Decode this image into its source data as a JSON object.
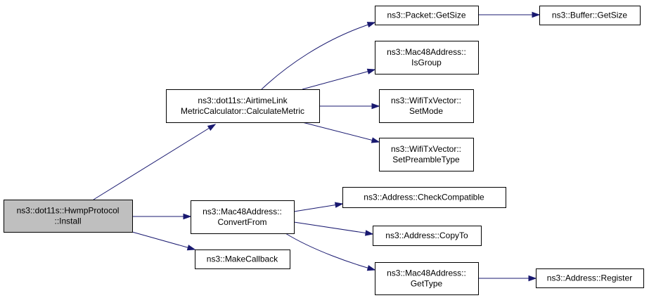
{
  "colors": {
    "edge": "#191970",
    "root_fill": "#bfbfbf",
    "node_fill": "#ffffff",
    "node_border": "#000000"
  },
  "nodes": {
    "hwmp_install": [
      "ns3::dot11s::HwmpProtocol",
      "::Install"
    ],
    "airtime_calc": [
      "ns3::dot11s::AirtimeLink",
      "MetricCalculator::CalculateMetric"
    ],
    "mac48_convertfrom": [
      "ns3::Mac48Address::",
      "ConvertFrom"
    ],
    "make_callback": [
      "ns3::MakeCallback"
    ],
    "packet_getsize": [
      "ns3::Packet::GetSize"
    ],
    "buffer_getsize": [
      "ns3::Buffer::GetSize"
    ],
    "mac48_isgroup": [
      "ns3::Mac48Address::",
      "IsGroup"
    ],
    "wifitx_setmode": [
      "ns3::WifiTxVector::",
      "SetMode"
    ],
    "wifitx_setpreamble": [
      "ns3::WifiTxVector::",
      "SetPreambleType"
    ],
    "address_checkcompatible": [
      "ns3::Address::CheckCompatible"
    ],
    "address_copyto": [
      "ns3::Address::CopyTo"
    ],
    "mac48_gettype": [
      "ns3::Mac48Address::",
      "GetType"
    ],
    "address_register": [
      "ns3::Address::Register"
    ]
  },
  "edges": [
    [
      "hwmp_install",
      "airtime_calc"
    ],
    [
      "hwmp_install",
      "mac48_convertfrom"
    ],
    [
      "hwmp_install",
      "make_callback"
    ],
    [
      "airtime_calc",
      "packet_getsize"
    ],
    [
      "airtime_calc",
      "mac48_isgroup"
    ],
    [
      "airtime_calc",
      "wifitx_setmode"
    ],
    [
      "airtime_calc",
      "wifitx_setpreamble"
    ],
    [
      "packet_getsize",
      "buffer_getsize"
    ],
    [
      "mac48_convertfrom",
      "address_checkcompatible"
    ],
    [
      "mac48_convertfrom",
      "address_copyto"
    ],
    [
      "mac48_convertfrom",
      "mac48_gettype"
    ],
    [
      "mac48_gettype",
      "address_register"
    ]
  ]
}
